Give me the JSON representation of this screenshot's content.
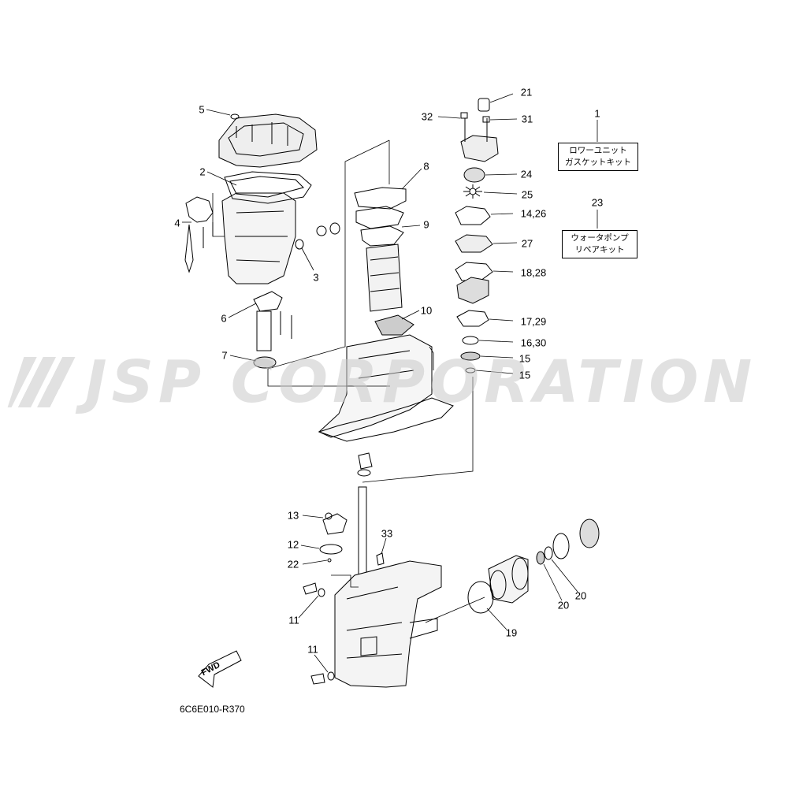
{
  "callouts": {
    "c1": "1",
    "c2": "2",
    "c3": "3",
    "c4": "4",
    "c5": "5",
    "c6": "6",
    "c7": "7",
    "c8": "8",
    "c9": "9",
    "c10": "10",
    "c11a": "11",
    "c11b": "11",
    "c12": "12",
    "c13": "13",
    "c1426": "14,26",
    "c15a": "15",
    "c15b": "15",
    "c1630": "16,30",
    "c1729": "17,29",
    "c1828": "18,28",
    "c19": "19",
    "c20a": "20",
    "c20b": "20",
    "c21": "21",
    "c22": "22",
    "c23": "23",
    "c24": "24",
    "c25": "25",
    "c27": "27",
    "c31": "31",
    "c32": "32",
    "c33": "33"
  },
  "kits": {
    "lower_unit_kit": {
      "line1": "ロワーユニット",
      "line2": "ガスケットキット"
    },
    "water_pump_kit": {
      "line1": "ウォータポンプ",
      "line2": "リペアキット"
    }
  },
  "watermark": "JSP CORPORATION",
  "fwd_label": "FWD",
  "diagram_code": "6C6E010-R370"
}
